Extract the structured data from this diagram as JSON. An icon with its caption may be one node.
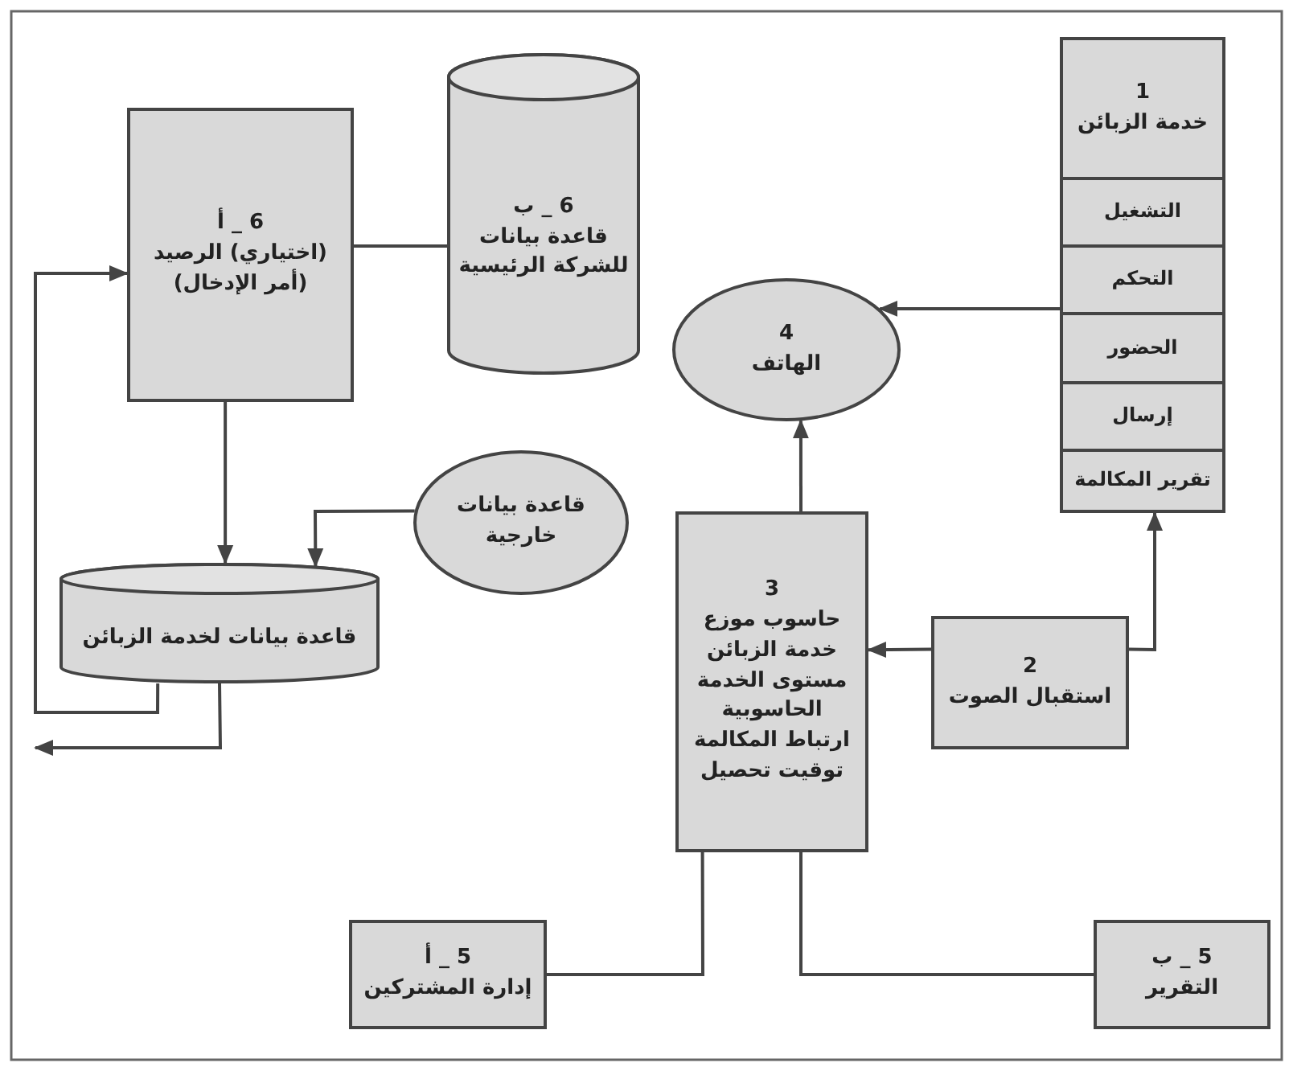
{
  "diagram": {
    "nodes": [
      {
        "text": [
          "6 _ أ",
          "(اختياري) الرصيد (أمر الإدخال)"
        ]
      },
      {
        "text": [
          "6 _ ب",
          "قاعدة بيانات للشركة الرئيسية"
        ]
      },
      {
        "text": [
          "1",
          "خدمة الزبائن"
        ]
      },
      {
        "text": [
          "التشغيل"
        ],
        "in": 2
      },
      {
        "text": [
          "التحكم"
        ],
        "in": 2
      },
      {
        "text": [
          "الحضور"
        ],
        "in": 2
      },
      {
        "text": [
          "إرسال"
        ],
        "in": 2
      },
      {
        "text": [
          "تقرير المكالمة"
        ],
        "in": 2
      },
      {
        "text": [
          "4",
          "الهاتف"
        ]
      },
      {
        "text": [
          "قاعدة بيانات خارجية"
        ]
      },
      {
        "text": [
          "قاعدة بيانات لخدمة الزبائن"
        ]
      },
      {
        "text": [
          "3",
          "حاسوب موزع خدمة الزبائن مستوى الخدمة الحاسوبية ارتباط المكالمة توقيت تحصيل"
        ]
      },
      {
        "text": [
          "2",
          "استقبال الصوت"
        ]
      },
      {
        "text": [
          "5 _ أ",
          "إدارة المشتركين"
        ]
      },
      {
        "text": [
          "5 _ ب",
          "التقرير"
        ]
      }
    ],
    "edges": [
      {
        "from": 0,
        "to": 10,
        "arrow": "to"
      },
      {
        "from": 0,
        "to": 1,
        "arrow": "none"
      },
      {
        "from": 9,
        "to": 10,
        "arrow": "to"
      },
      {
        "from": 2,
        "to": 8,
        "arrow": "to"
      },
      {
        "from": 11,
        "to": 8,
        "arrow": "to"
      },
      {
        "from": 12,
        "to": 11,
        "arrow": "to"
      },
      {
        "from": 12,
        "to": 2,
        "arrow": "to"
      },
      {
        "from": 11,
        "to": 13,
        "arrow": "none"
      },
      {
        "from": 11,
        "to": 14,
        "arrow": "none"
      },
      {
        "from": 10,
        "to": 0,
        "arrow": "to"
      },
      {
        "from": 10,
        "to": null,
        "arrow": "to"
      }
    ]
  }
}
